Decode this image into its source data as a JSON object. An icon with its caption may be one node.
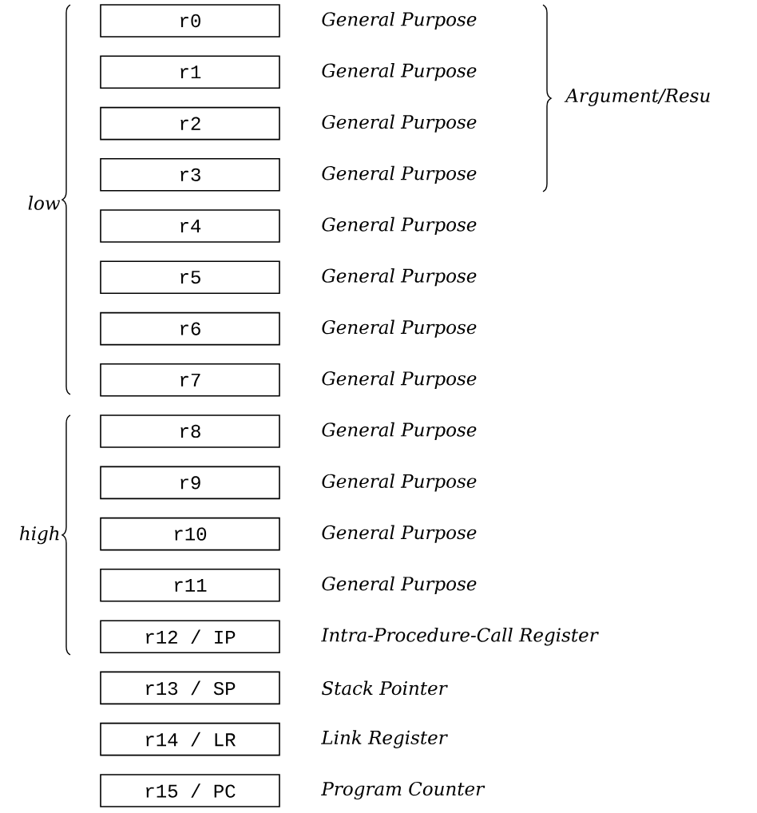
{
  "diagram": {
    "nodes": [
      {
        "text": [
          "r0"
        ],
        "beside": [
          "General Purpose"
        ]
      },
      {
        "text": [
          "r1"
        ],
        "beside": [
          "General Purpose"
        ]
      },
      {
        "text": [
          "r2"
        ],
        "beside": [
          "General Purpose"
        ]
      },
      {
        "text": [
          "r3"
        ],
        "beside": [
          "General Purpose"
        ]
      },
      {
        "text": [
          "r4"
        ],
        "beside": [
          "General Purpose"
        ]
      },
      {
        "text": [
          "r5"
        ],
        "beside": [
          "General Purpose"
        ]
      },
      {
        "text": [
          "r6"
        ],
        "beside": [
          "General Purpose"
        ]
      },
      {
        "text": [
          "r7"
        ],
        "beside": [
          "General Purpose"
        ]
      },
      {
        "text": [
          "r8"
        ],
        "beside": [
          "General Purpose"
        ]
      },
      {
        "text": [
          "r9"
        ],
        "beside": [
          "General Purpose"
        ]
      },
      {
        "text": [
          "r10"
        ],
        "beside": [
          "General Purpose"
        ]
      },
      {
        "text": [
          "r11"
        ],
        "beside": [
          "General Purpose"
        ]
      },
      {
        "text": [
          "r12 / IP"
        ],
        "beside": [
          "Intra-Procedure-Call Register"
        ]
      },
      {
        "text": [
          "r13 / SP"
        ],
        "beside": [
          "Stack Pointer"
        ]
      },
      {
        "text": [
          "r14 / LR"
        ],
        "beside": [
          "Link Register"
        ]
      },
      {
        "text": [
          "r15 / PC"
        ],
        "beside": [
          "Program Counter"
        ]
      }
    ],
    "labels": [
      "low",
      "high",
      "Argument/Resu"
    ]
  }
}
